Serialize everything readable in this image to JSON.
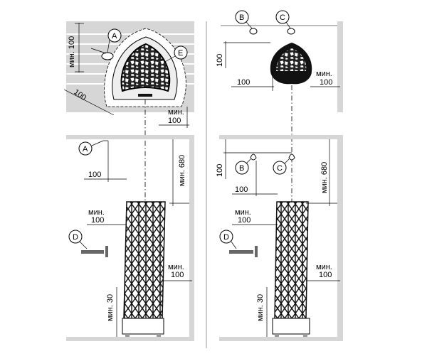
{
  "labels": {
    "a": "A",
    "b": "B",
    "c": "C",
    "d": "D",
    "e": "E"
  },
  "dims": {
    "min100": "мин. 100",
    "d100": "100",
    "min680": "мин. 680",
    "min30": "мин. 30",
    "min": "мин."
  },
  "colors": {
    "wall": "#d6d6d6",
    "heater": "#111111",
    "line": "#000000"
  }
}
